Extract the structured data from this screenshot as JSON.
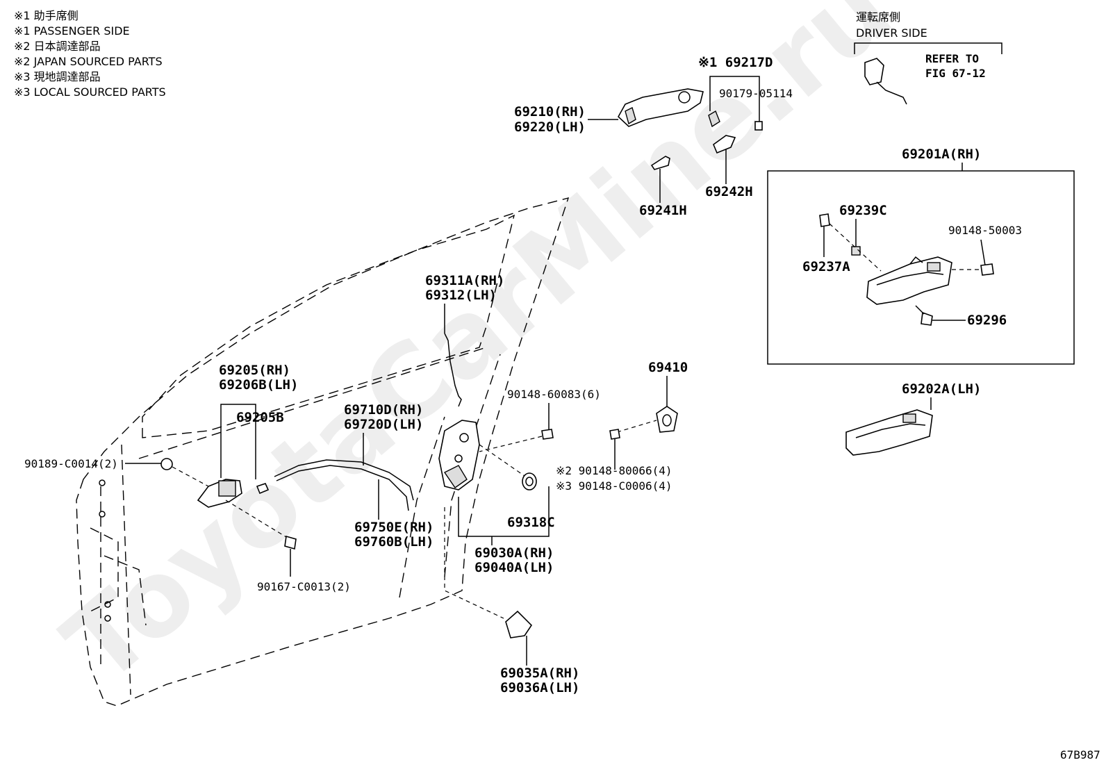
{
  "legend": [
    "※1 助手席側",
    "※1 PASSENGER SIDE",
    "※2 日本調達部品",
    "※2 JAPAN SOURCED PARTS",
    "※3 現地調達部品",
    "※3 LOCAL SOURCED PARTS"
  ],
  "driver_side": {
    "jp": "運転席側",
    "en": "DRIVER SIDE",
    "refer_line1": "REFER TO",
    "refer_line2": "FIG 67-12"
  },
  "watermark": "ToyotaCarMine.ru",
  "figure_code": "67B987",
  "parts": {
    "p69217D": "※1 69217D",
    "p90179": "90179-05114",
    "p69210": "69210(RH)",
    "p69220": "69220(LH)",
    "p69241H": "69241H",
    "p69242H": "69242H",
    "p69201A": "69201A(RH)",
    "p69239C": "69239C",
    "p90148_50003": "90148-50003",
    "p69237A": "69237A",
    "p69296": "69296",
    "p69202A": "69202A(LH)",
    "p69311A": "69311A(RH)",
    "p69312": "69312(LH)",
    "p69205": "69205(RH)",
    "p69206B": "69206B(LH)",
    "p69205B": "69205B",
    "p90189": "90189-C0014(2)",
    "p90167": "90167-C0013(2)",
    "p69710D": "69710D(RH)",
    "p69720D": "69720D(LH)",
    "p69750E": "69750E(RH)",
    "p69760B": "69760B(LH)",
    "p90148_60083": "90148-60083(6)",
    "p69410": "69410",
    "p90148_80066": "※2 90148-80066(4)",
    "p90148_C0006": "※3 90148-C0006(4)",
    "p69318C": "69318C",
    "p69030A": "69030A(RH)",
    "p69040A": "69040A(LH)",
    "p69035A": "69035A(RH)",
    "p69036A": "69036A(LH)"
  }
}
